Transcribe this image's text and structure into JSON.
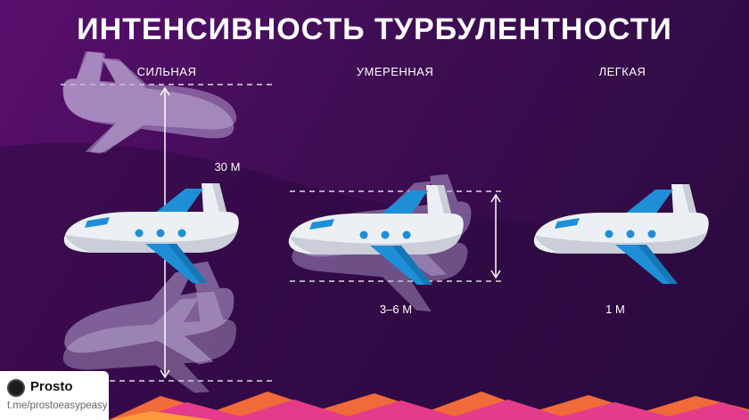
{
  "title": "ИНТЕНСИВНОСТЬ ТУРБУЛЕНТНОСТИ",
  "columns": [
    {
      "label": "СИЛЬНАЯ",
      "measure": "30 М"
    },
    {
      "label": "УМЕРЕННАЯ",
      "measure": "3–6 М"
    },
    {
      "label": "ЛЕГКАЯ",
      "measure": "1 М"
    }
  ],
  "badge": {
    "name": "Prosto",
    "link": "t.me/prostoeasypeasy"
  },
  "colors": {
    "background": "#3d0d52",
    "plane_body": "#eceff4",
    "plane_wing": "#1e8fd6",
    "ghost": "#b8a6d6"
  }
}
